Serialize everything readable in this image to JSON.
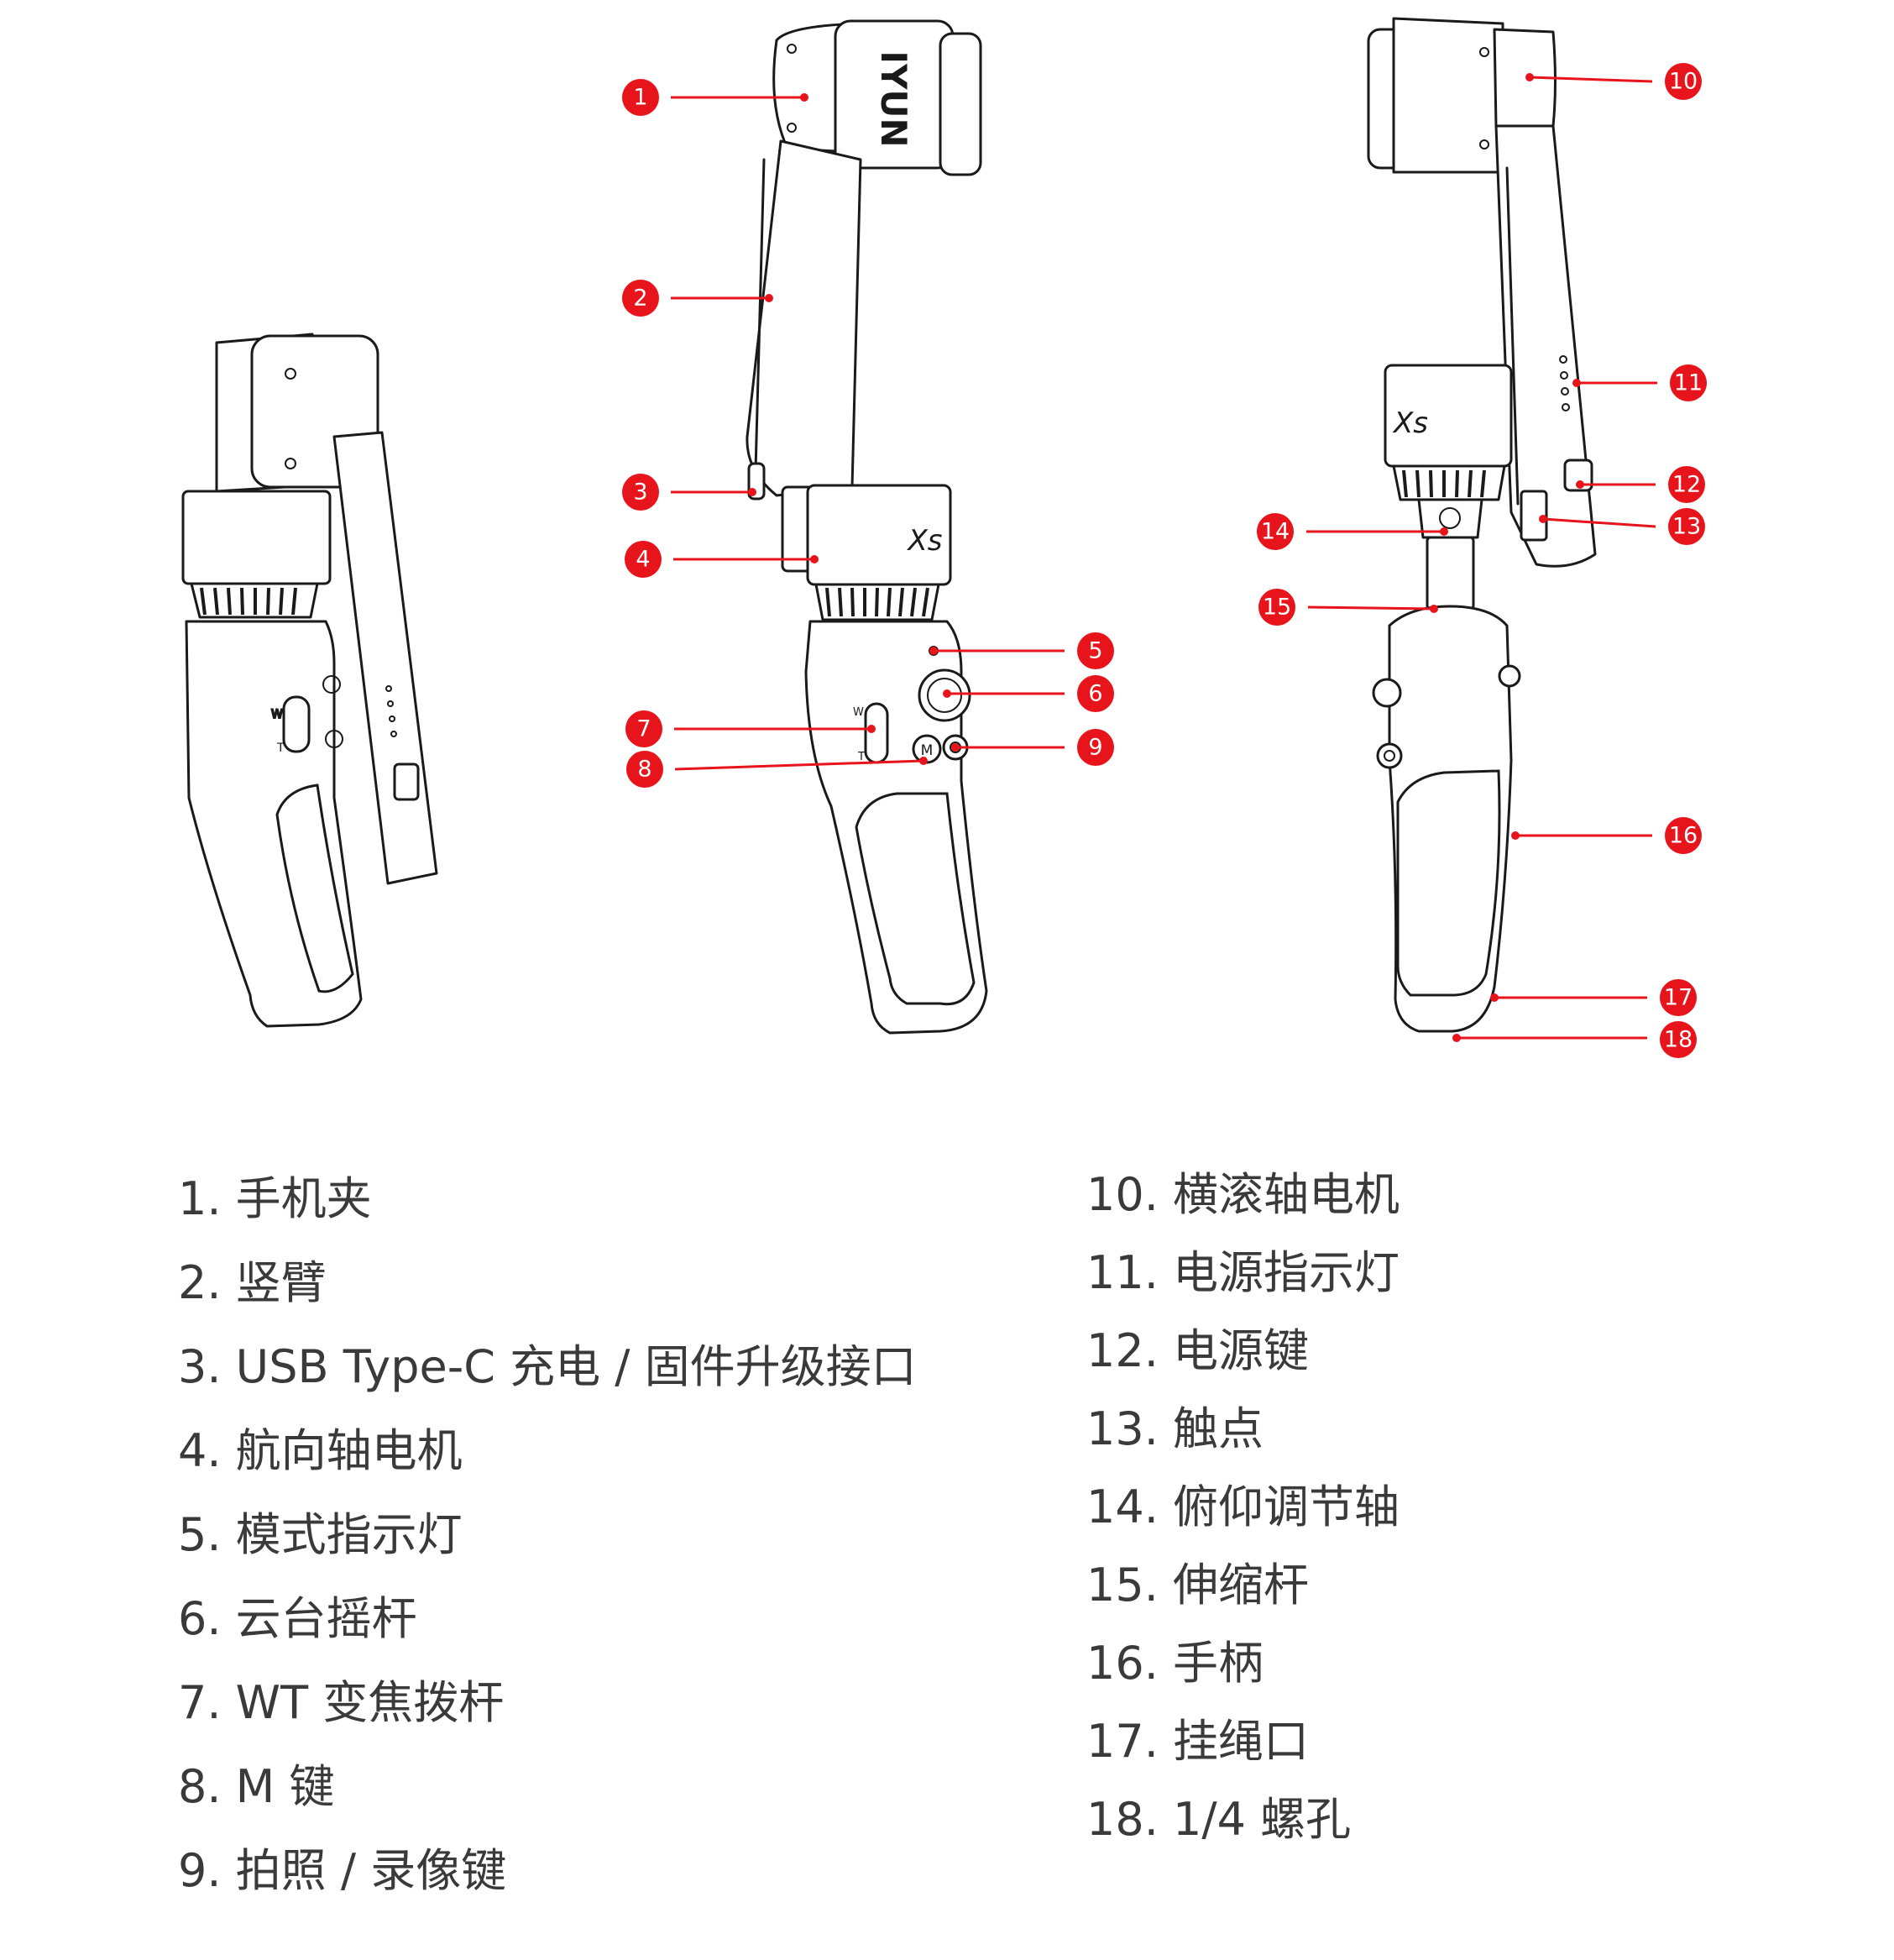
{
  "device_labels": {
    "clamp_logo": "IYUN",
    "brand_mark": "Xs",
    "zoom_w": "W",
    "zoom_t": "T",
    "m_button": "M"
  },
  "callouts": [
    "1",
    "2",
    "3",
    "4",
    "5",
    "6",
    "7",
    "8",
    "9",
    "10",
    "11",
    "12",
    "13",
    "14",
    "15",
    "16",
    "17",
    "18"
  ],
  "legend_left": [
    "1. 手机夹",
    "2. 竖臂",
    "3. USB Type-C 充电 / 固件升级接口",
    "4. 航向轴电机",
    "5. 模式指示灯",
    "6. 云台摇杆",
    "7. WT 变焦拨杆",
    "8. M 键",
    "9. 拍照 / 录像键"
  ],
  "legend_right": [
    "10. 横滚轴电机",
    "11. 电源指示灯",
    "12. 电源键",
    "13. 触点",
    "14. 俯仰调节轴",
    "15. 伸缩杆",
    "16. 手柄",
    "17. 挂绳口",
    "18. 1/4 螺孔"
  ],
  "colors": {
    "callout": "#e8141c",
    "line_art": "#1a1a1a",
    "legend_text": "#3a3a3a"
  }
}
